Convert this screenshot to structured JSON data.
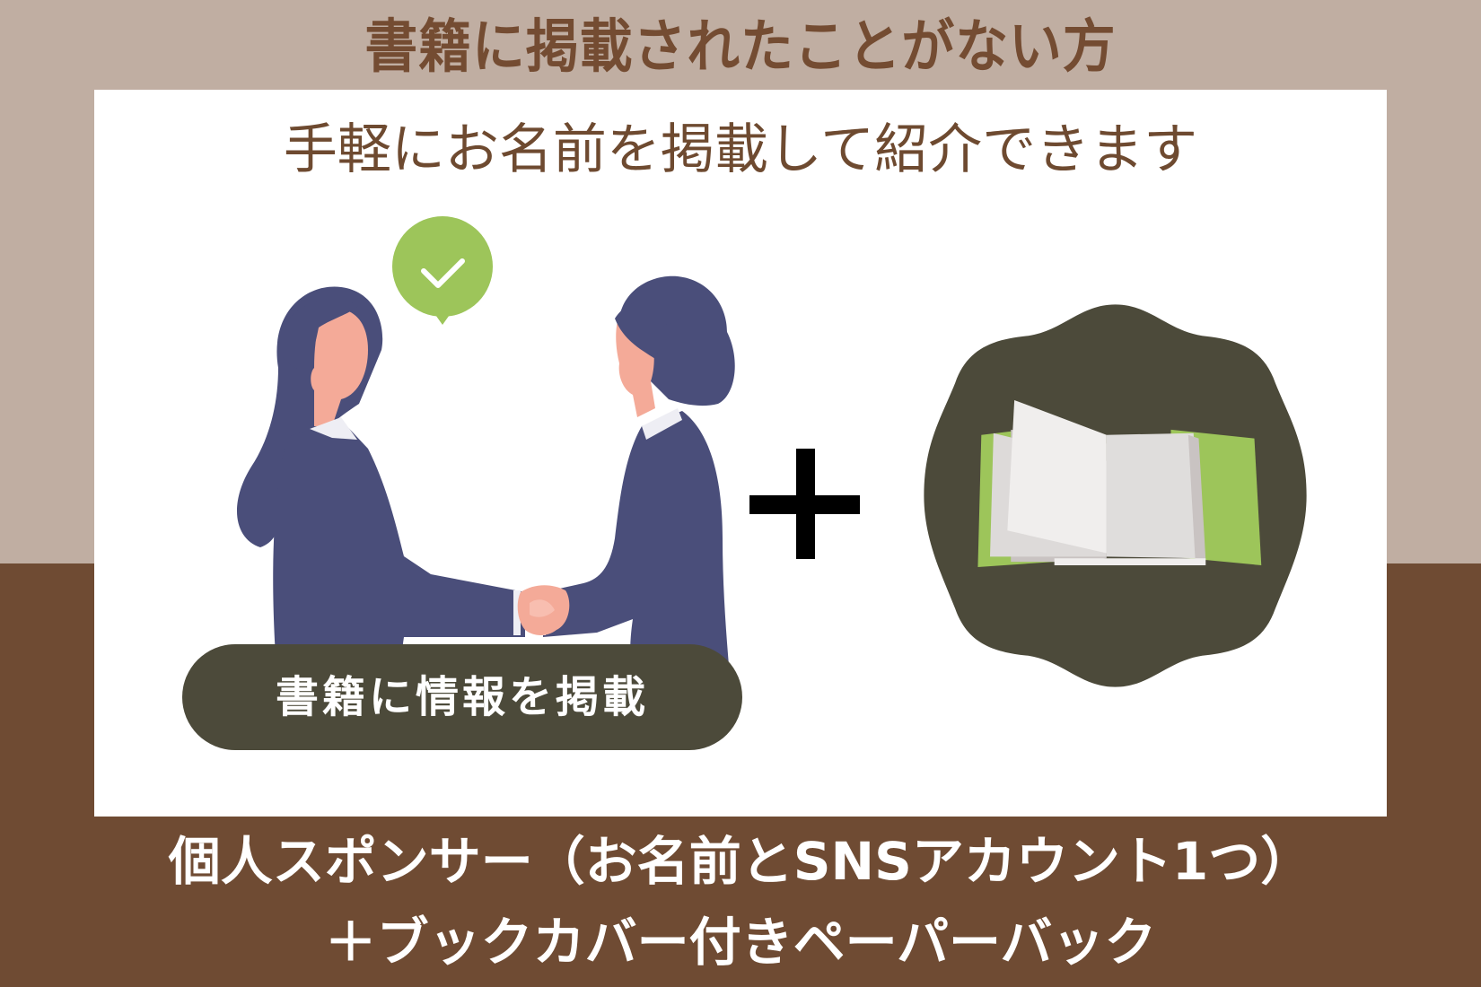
{
  "header": {
    "title": "書籍に掲載されたことがない方"
  },
  "panel": {
    "subtitle": "手軽にお名前を掲載して紹介できます",
    "illustration_left": "handshake-illustration",
    "check_icon": "check-icon",
    "operator": "+",
    "illustration_right": "open-book-badge",
    "pill_label": "書籍に情報を掲載"
  },
  "footer": {
    "line1": "個人スポンサー（お名前とSNSアカウント1つ）",
    "line2": "＋ブックカバー付きペーパーバック"
  },
  "colors": {
    "top_band": "#c0aea2",
    "bottom_band": "#6f4b33",
    "heading_text": "#744c32",
    "panel_bg": "#ffffff",
    "pill_bg": "#4c4a3a",
    "badge_bg": "#4c4a3a",
    "accent_green": "#9dc55a",
    "suit_navy": "#4a4e7a",
    "skin": "#f4aa98"
  }
}
